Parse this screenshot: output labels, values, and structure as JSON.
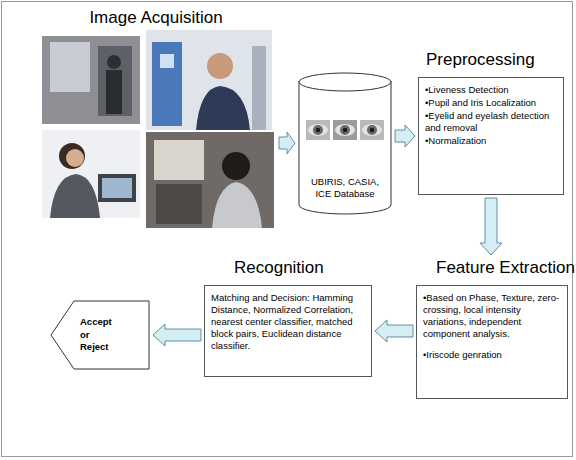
{
  "diagram": {
    "nodes": [
      {
        "text": [
          "Image Acquisition"
        ]
      },
      {
        "text": [
          "UBIRIS, CASIA, ICE Database"
        ]
      },
      {
        "text": [
          "Preprocessing",
          "•Liveness Detection",
          "•Pupil and Iris Localization",
          "•Eyelid and eyelash detection and removal",
          "•Normalization"
        ]
      },
      {
        "text": [
          "Feature Extraction",
          "•Based on Phase, Texture, zero-crossing, local intensity variations, independent component analysis.",
          "•Iriscode genration"
        ]
      },
      {
        "text": [
          "Recognition",
          "Matching and Decision: Hamming Distance, Normalized Correlation, nearest center classifier, matched block pairs, Euclidean distance classifier."
        ]
      },
      {
        "text": [
          "Accept or Reject"
        ]
      }
    ],
    "edges": [
      {
        "from": 0,
        "to": 1,
        "arrow": "to"
      },
      {
        "from": 1,
        "to": 2,
        "arrow": "to"
      },
      {
        "from": 2,
        "to": 3,
        "arrow": "to"
      },
      {
        "from": 3,
        "to": 4,
        "arrow": "to"
      },
      {
        "from": 4,
        "to": 5,
        "arrow": "to"
      }
    ]
  }
}
